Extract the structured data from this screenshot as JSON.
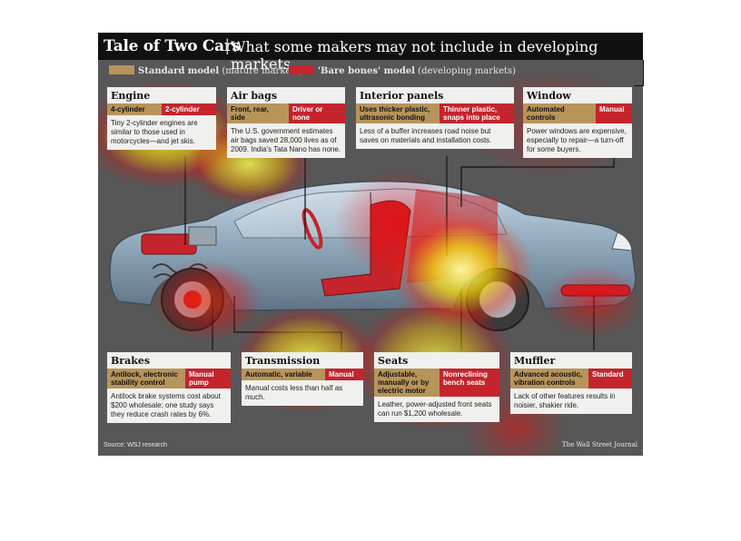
{
  "header": {
    "title_main": "Tale of Two Cars",
    "separator": "|",
    "title_sub": "What some makers may not include in developing markets"
  },
  "legend": {
    "standard_label": "Standard model",
    "standard_note": "(mature markets)",
    "barebones_label": "'Bare bones' model",
    "barebones_note": "(developing markets)"
  },
  "colors": {
    "standard": "#b8945a",
    "barebones": "#c5242c",
    "panel_bg": "#575757",
    "title_bg": "#111111"
  },
  "features": {
    "engine": {
      "name": "Engine",
      "standard": "4-cylinder",
      "barebones": "2-cylinder",
      "desc": "Tiny 2-cylinder engines are similar to those used in motorcycles—and jet skis."
    },
    "airbags": {
      "name": "Air bags",
      "standard": "Front, rear, side",
      "barebones": "Driver or none",
      "desc": "The U.S. government estimates air bags saved 28,000 lives as of 2009. India's Tata Nano has none."
    },
    "interior": {
      "name": "Interior panels",
      "standard": "Uses thicker plastic, ultrasonic bonding",
      "barebones": "Thinner plastic, snaps into place",
      "desc": "Less of a buffer increases road noise but saves on materials and installation costs."
    },
    "window": {
      "name": "Window",
      "standard": "Automated controls",
      "barebones": "Manual",
      "desc": "Power windows are expensive, especially to repair—a turn-off for some buyers."
    },
    "brakes": {
      "name": "Brakes",
      "standard": "Antilock, electronic stability control",
      "barebones": "Manual pump",
      "desc": "Antilock brake systems cost about $200 wholesale; one study says they reduce crash rates by 6%."
    },
    "transmission": {
      "name": "Transmission",
      "standard": "Automatic, variable",
      "barebones": "Manual",
      "desc": "Manual costs less than half as much."
    },
    "seats": {
      "name": "Seats",
      "standard": "Adjustable, manually or by electric motor",
      "barebones": "Nonreclining bench seats",
      "desc": "Leather, power-adjusted front seats can run $1,200 wholesale."
    },
    "muffler": {
      "name": "Muffler",
      "standard": "Advanced acoustic, vibration controls",
      "barebones": "Standard",
      "desc": "Lack of other features results in noisier, shakier ride."
    }
  },
  "footer": {
    "source": "Source: WSJ research",
    "publisher": "The Wall Street Journal"
  }
}
